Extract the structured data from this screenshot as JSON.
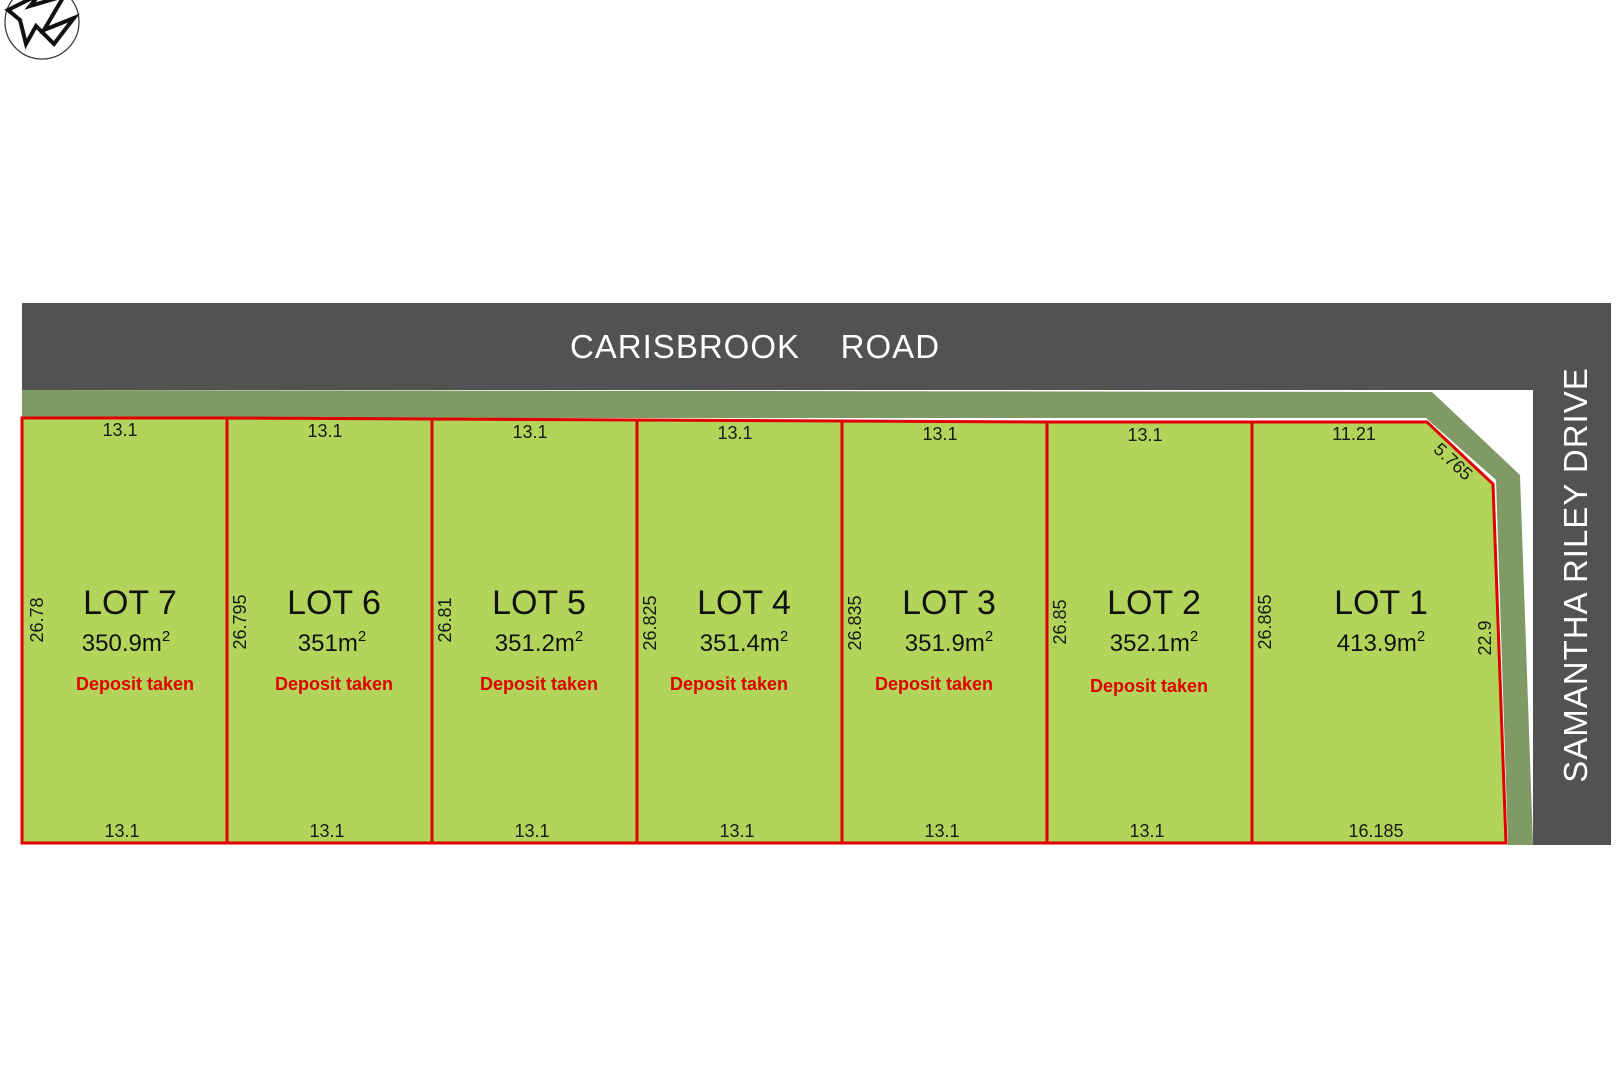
{
  "colors": {
    "road": "#525253",
    "verge": "#7f9a64",
    "lot_fill": "#b2d45a",
    "lot_border": "#e00000",
    "status_text": "#e00000"
  },
  "compass": {
    "icon": "north-arrow-icon"
  },
  "roads": {
    "top": "CARISBROOK    ROAD",
    "right": "SAMANTHA RILEY DRIVE"
  },
  "lots": [
    {
      "title": "LOT 7",
      "area": "350.9m",
      "area_sup": "2",
      "status": "Deposit taken",
      "top_dim": "13.1",
      "bottom_dim": "13.1",
      "left_dim": "26.78"
    },
    {
      "title": "LOT 6",
      "area": "351m",
      "area_sup": "2",
      "status": "Deposit taken",
      "top_dim": "13.1",
      "bottom_dim": "13.1",
      "left_dim": "26.795"
    },
    {
      "title": "LOT 5",
      "area": "351.2m",
      "area_sup": "2",
      "status": "Deposit taken",
      "top_dim": "13.1",
      "bottom_dim": "13.1",
      "left_dim": "26.81"
    },
    {
      "title": "LOT 4",
      "area": "351.4m",
      "area_sup": "2",
      "status": "Deposit taken",
      "top_dim": "13.1",
      "bottom_dim": "13.1",
      "left_dim": "26.825"
    },
    {
      "title": "LOT 3",
      "area": "351.9m",
      "area_sup": "2",
      "status": "Deposit taken",
      "top_dim": "13.1",
      "bottom_dim": "13.1",
      "left_dim": "26.835"
    },
    {
      "title": "LOT 2",
      "area": "352.1m",
      "area_sup": "2",
      "status": "Deposit taken",
      "top_dim": "13.1",
      "bottom_dim": "13.1",
      "left_dim": "26.85"
    },
    {
      "title": "LOT 1",
      "area": "413.9m",
      "area_sup": "2",
      "status": "",
      "top_dim": "11.21",
      "bottom_dim": "16.185",
      "left_dim": "26.865",
      "corner_dim": "5.765",
      "right_dim": "22.9"
    }
  ]
}
